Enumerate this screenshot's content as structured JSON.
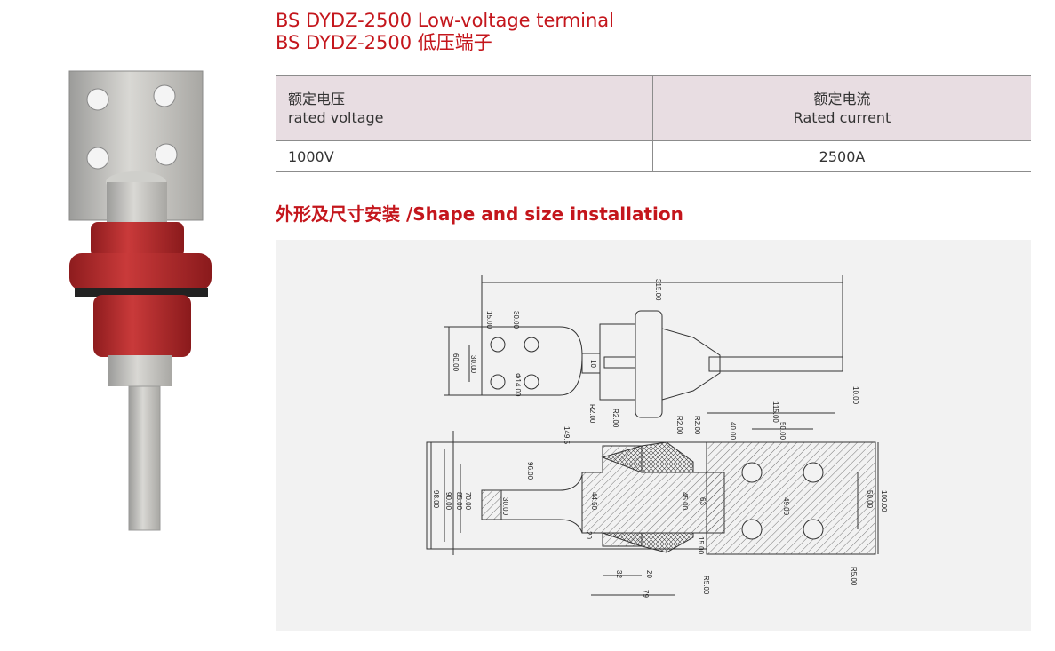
{
  "title": {
    "line1": "BS DYDZ-2500 Low-voltage terminal",
    "line2": "BS DYDZ-2500 低压端子"
  },
  "spec_table": {
    "columns": [
      {
        "zh": "额定电压",
        "en": "rated voltage"
      },
      {
        "zh": "额定电流",
        "en": "Rated current"
      }
    ],
    "rows": [
      [
        "1000V",
        "2500A"
      ]
    ]
  },
  "section": {
    "title": "外形及尺寸安装 /Shape and size installation"
  },
  "drawing": {
    "dimensions": {
      "total_length": "315.00",
      "d15": "15.00",
      "d30a": "30.00",
      "d30b": "30.00",
      "d60": "60.00",
      "hole": "Φ14.00",
      "d10a": "10",
      "d10b": "10.00",
      "d115": "115.00",
      "d40": "40.00",
      "d50a": "50.00",
      "d149": "149.5",
      "r2a": "R2.00",
      "r2b": "R2.00",
      "r2c": "R2.00",
      "r2d": "R2.00",
      "d96": "96.00",
      "d98": "98.00",
      "d90": "90.00",
      "d85": "85.00",
      "d70": "70.00",
      "d30c": "30.00",
      "d44": "44.50",
      "d45": "45.00",
      "d63": "63",
      "d20a": "20",
      "d15b": "15.00",
      "d32": "32",
      "d20b": "20",
      "d79": "79",
      "r5a": "R5.00",
      "r5b": "R5.00",
      "d100": "100.00",
      "d50b": "50.00",
      "d49": "49.00"
    }
  }
}
